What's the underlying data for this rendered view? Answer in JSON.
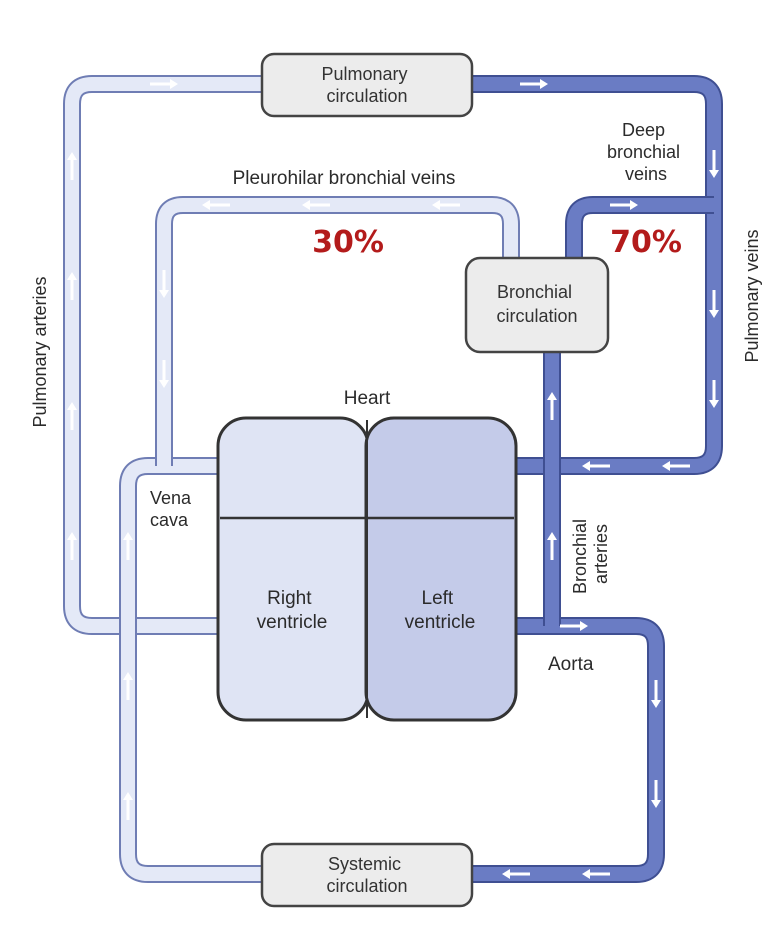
{
  "colors": {
    "deoxygenated_fill": "#e4e9f7",
    "deoxygenated_stroke": "#6f7db4",
    "oxygenated_fill": "#6a7cc4",
    "oxygenated_stroke": "#3f4f92",
    "arrow": "#ffffff",
    "box_fill": "#ececec",
    "box_stroke": "#444444",
    "right_heart_fill": "#dfe4f4",
    "left_heart_fill": "#c4cbe9",
    "percent_text": "#b31b1b"
  },
  "boxes": {
    "pulmonary": [
      "Pulmonary",
      "circulation"
    ],
    "bronchial": [
      "Bronchial",
      "circulation"
    ],
    "systemic": [
      "Systemic",
      "circulation"
    ]
  },
  "heart": {
    "title": "Heart",
    "right_ventricle": [
      "Right",
      "ventricle"
    ],
    "left_ventricle": [
      "Left",
      "ventricle"
    ]
  },
  "labels": {
    "pulmonary_arteries": "Pulmonary arteries",
    "pulmonary_veins": "Pulmonary veins",
    "pleurohilar": "Pleurohilar bronchial veins",
    "deep_bronchial": [
      "Deep",
      "bronchial",
      "veins"
    ],
    "vena_cava": [
      "Vena",
      "cava"
    ],
    "bronchial_arteries": [
      "Bronchial",
      "arteries"
    ],
    "aorta": "Aorta"
  },
  "percentages": {
    "pleurohilar": "30%",
    "deep": "70%"
  }
}
